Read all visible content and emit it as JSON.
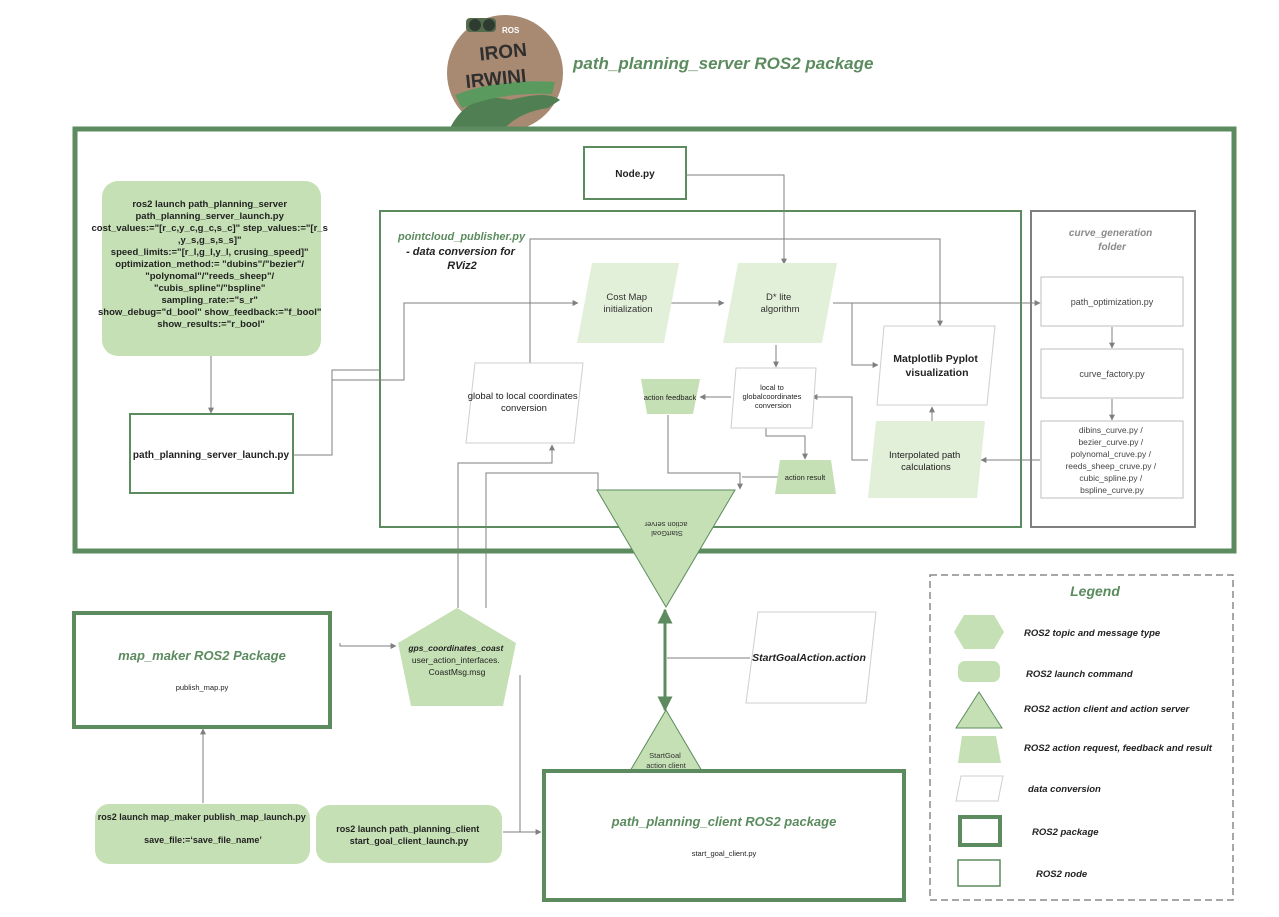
{
  "header": {
    "title": "path_planning_server ROS2 package",
    "logo": {
      "brand": "ROS",
      "line1": "IRON",
      "line2": "IRWINI"
    }
  },
  "server_package": {
    "launch_command": [
      "ros2 launch path_planning_server",
      "path_planning_server_launch.py",
      "cost_values:=\"[r_c,y_c,g_c,s_c]\" step_values:=\"[r_s",
      ",y_s,g_s,s_s]\"",
      "speed_limits:=\"[r_l,g_l,y_l, crusing_speed]\"",
      "optimization_method:= \"dubins\"/\"bezier\"/",
      "\"polynomal\"/\"reeds_sheep\"/",
      "\"cubis_spline\"/\"bspline\"",
      "sampling_rate:=\"s_r\"",
      "show_debug=\"d_bool\" show_feedback:=\"f_bool\"",
      "show_results:=\"r_bool\""
    ],
    "launch_node": "path_planning_server_launch.py",
    "node": "Node.py",
    "pointcloud": {
      "title": "pointcloud_publisher.py",
      "subtitle": [
        "- data conversion for",
        "RViz2"
      ]
    },
    "cost_map": [
      "Cost Map",
      "initialization"
    ],
    "dstar": [
      "D* lite",
      "algorithm"
    ],
    "global_to_local": [
      "global to local coordinates",
      "conversion"
    ],
    "local_to_global": [
      "local to",
      "globalcoordinates",
      "conversion"
    ],
    "action_feedback": "action feedback",
    "action_result": "action result",
    "matplotlib": [
      "Matplotlib Pyplot",
      "visualization"
    ],
    "interpolated": [
      "Interpolated path",
      "calculations"
    ],
    "action_server": [
      "StartGoal",
      "action server"
    ],
    "curve_folder": {
      "title": [
        "curve_generation",
        "folder"
      ],
      "path_optimization": "path_optimization.py",
      "curve_factory": "curve_factory.py",
      "curves": [
        "dibins_curve.py  /",
        "bezier_curve.py /",
        "polynomal_cruve.py /",
        "reeds_sheep_cruve.py /",
        "cubic_spline.py /",
        "bspline_curve.py"
      ]
    }
  },
  "map_maker": {
    "title": "map_maker ROS2 Package",
    "node": "publish_map.py"
  },
  "map_launch": [
    "ros2 launch map_maker publish_map_launch.py",
    "save_file:=‘save_file_name’"
  ],
  "gps_topic": [
    "gps_coordinates_coast",
    "user_action_interfaces.",
    "CoastMsg.msg"
  ],
  "client_launch": [
    "ros2 launch path_planning_client",
    "start_goal_client_launch.py"
  ],
  "action_client": [
    "StartGoal",
    "action client"
  ],
  "action_file": "StartGoalAction.action",
  "client_package": {
    "title": "path_planning_client ROS2 package",
    "node": "start_goal_client.py"
  },
  "legend": {
    "title": "Legend",
    "items": [
      "ROS2 topic and message type",
      "ROS2 launch command",
      "ROS2 action client and action server",
      "ROS2 action request, feedback and result",
      "data conversion",
      "ROS2 package",
      "ROS2 node"
    ]
  },
  "colors": {
    "dark_green": "#5b8b5e",
    "light_green": "#c5e0b4",
    "pale_green": "#e2efd9",
    "gray": "#7f7f7f"
  }
}
